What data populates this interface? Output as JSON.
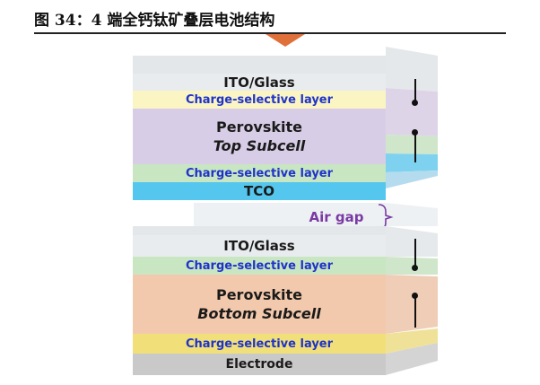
{
  "caption": "图 34：4 端全钙钛矿叠层电池结构",
  "top_cell": {
    "ito": "ITO/Glass",
    "cs_top": "Charge-selective layer",
    "perovskite": "Perovskite",
    "subcell": "Top Subcell",
    "cs_bottom": "Charge-selective layer",
    "tco": "TCO"
  },
  "air_gap": "Air gap",
  "bottom_cell": {
    "ito": "ITO/Glass",
    "cs_top": "Charge-selective layer",
    "perovskite": "Perovskite",
    "subcell": "Bottom Subcell",
    "cs_bottom": "Charge-selective layer",
    "electrode": "Electrode"
  },
  "colors": {
    "glass": "#e9ecee",
    "cs_yellow": "#fbf5c4",
    "perovskite_top": "#d8cde6",
    "cs_green": "#c9e6c3",
    "tco": "#55c6ee",
    "perovskite_bottom": "#f3c9ad",
    "cs_bottom": "#f1e07a",
    "electrode": "#c9c9c9",
    "arrow": "#e0703a"
  }
}
